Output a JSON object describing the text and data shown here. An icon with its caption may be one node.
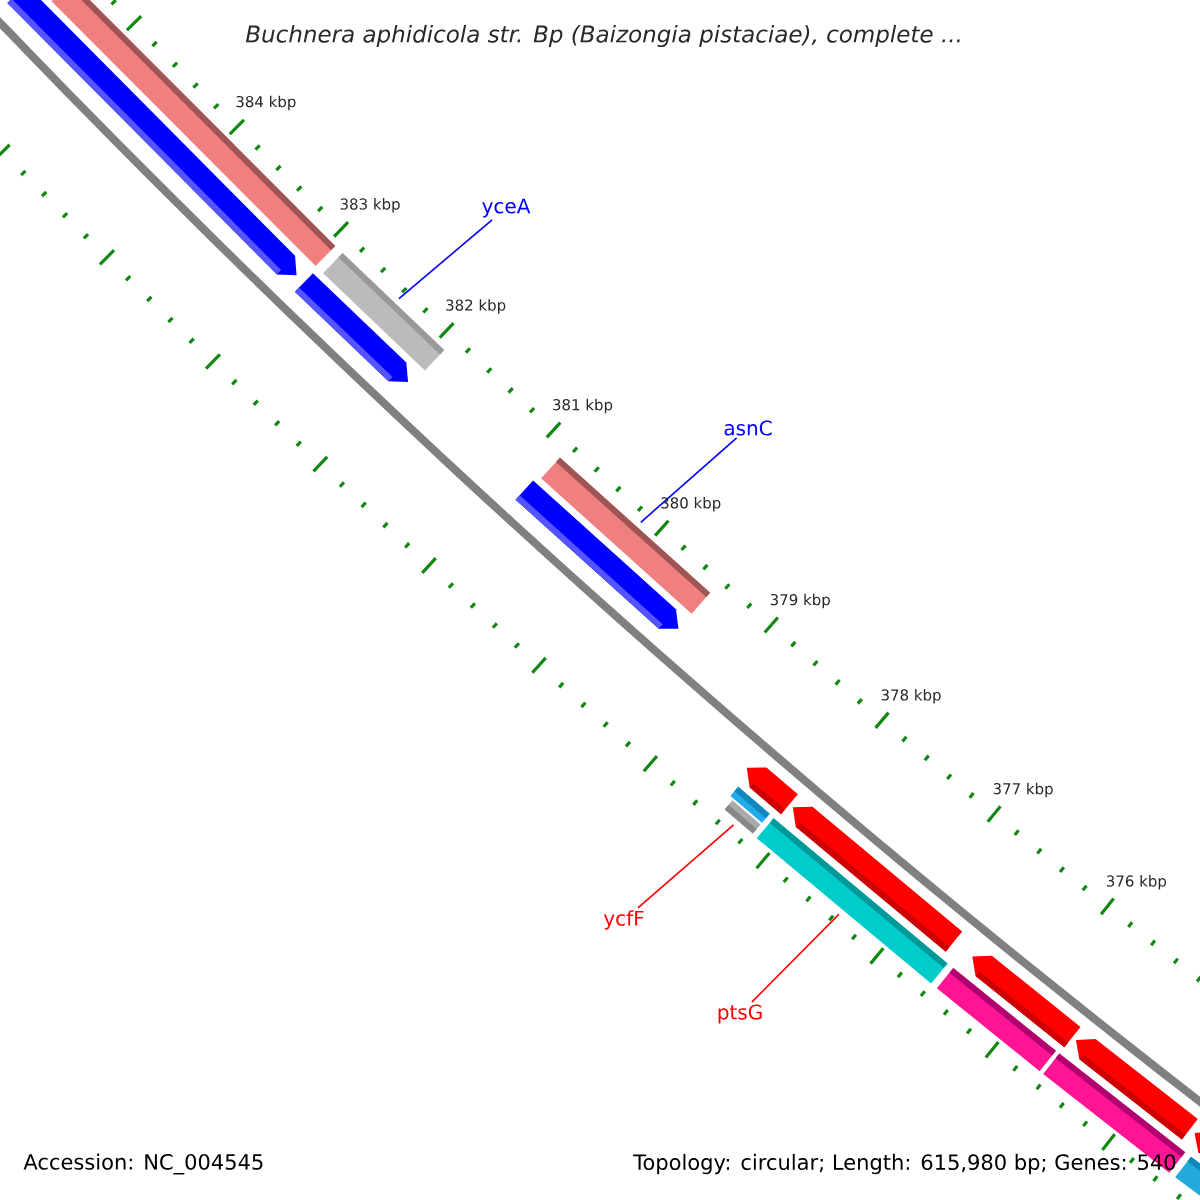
{
  "diagram": {
    "title": "Buchnera aphidicola str. Bp (Baizongia pistaciae), complete ...",
    "nodes": [
      {
        "text": [],
        "shape": "bar"
      },
      {
        "text": [],
        "shape": "pentagon"
      },
      {
        "text": [
          "yceA"
        ]
      },
      {
        "text": [],
        "shape": "bar"
      },
      {
        "text": [],
        "shape": "pentagon"
      },
      {
        "text": [
          "asnC"
        ]
      },
      {
        "text": [],
        "shape": "bar"
      },
      {
        "text": [],
        "shape": "pentagon"
      },
      {
        "text": [],
        "shape": "pentagon"
      },
      {
        "text": [
          "ycfF"
        ]
      },
      {
        "text": [],
        "shape": "bar"
      },
      {
        "text": [],
        "shape": "bar"
      },
      {
        "text": [
          "ptsG"
        ]
      },
      {
        "text": [],
        "shape": "bar"
      },
      {
        "text": [],
        "shape": "pentagon"
      },
      {
        "text": [],
        "shape": "bar"
      },
      {
        "text": [],
        "shape": "pentagon"
      },
      {
        "text": [],
        "shape": "bar"
      },
      {
        "text": [],
        "shape": "pentagon"
      },
      {
        "text": [],
        "shape": "bar"
      },
      {
        "text": [],
        "shape": "pentagon"
      }
    ],
    "edges": [
      {
        "from": 2,
        "to": 3,
        "arrow": "none",
        "color": "#0000ff"
      },
      {
        "from": 5,
        "to": 6,
        "arrow": "none",
        "color": "#0000ff"
      },
      {
        "from": 9,
        "to": 11,
        "arrow": "none",
        "color": "#ff0000"
      },
      {
        "from": 12,
        "to": 13,
        "arrow": "none",
        "color": "#ff0000"
      }
    ],
    "labels": [
      "384 kbp",
      "383 kbp",
      "382 kbp",
      "381 kbp",
      "380 kbp",
      "379 kbp",
      "378 kbp",
      "377 kbp",
      "376 kbp",
      "Accession: NC_004545",
      "Topology: circular; Length: 615,980 bp; Genes: 540"
    ]
  }
}
